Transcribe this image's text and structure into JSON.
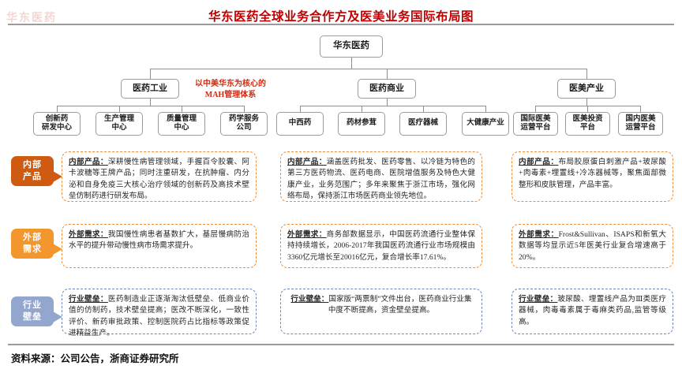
{
  "header": {
    "watermark": "华东医药",
    "title": "华东医药全球业务合作方及医美业务国际布局图"
  },
  "footer": {
    "source": "资料来源：公司公告，浙商证券研究所"
  },
  "tree": {
    "root": "华东医药",
    "branches": [
      {
        "name": "医药工业",
        "note": "以中美华东为核心的\nMAH管理体系",
        "children": [
          "创新药\n研发中心",
          "生产管理\n中心",
          "质量管理\n中心",
          "药学服务\n公司"
        ]
      },
      {
        "name": "医药商业",
        "note": "",
        "children": [
          "中西药",
          "药材参茸",
          "医疗器械",
          "大健康产业"
        ]
      },
      {
        "name": "医美产业",
        "note": "",
        "children": [
          "国际医美\n运营平台",
          "医美投资\n平台",
          "国内医美\n运营平台"
        ]
      }
    ]
  },
  "rows": [
    {
      "tag_line1": "内部",
      "tag_line2": "产品",
      "tag_color": "#cf5a11",
      "cells": [
        {
          "lead": "内部产品：",
          "text": "深耕慢性病管理领域，手握百令胶囊、阿卡波糖等王牌产品；同时注重研发，在抗肿瘤、内分泌和自身免疫三大核心治疗领域的创新药及高技术壁垒仿制药进行研发布局。"
        },
        {
          "lead": "内部产品：",
          "text": "涵盖医药批发、医药零售、以冷链为特色的第三方医药物流、医药电商、医院增值服务及特色大健康产业，业务范围广；多年来聚焦于浙江市场，强化网络布局，保持浙江市场医药商业领先地位。"
        },
        {
          "lead": "内部产品：",
          "text": "布局胶原蛋白刺激产品+玻尿酸+肉毒素+埋置线+冷冻器械等，聚焦面部微整形和皮肤管理，产品丰富。"
        }
      ]
    },
    {
      "tag_line1": "外部",
      "tag_line2": "需求",
      "tag_color": "#f2962d",
      "cells": [
        {
          "lead": "外部需求：",
          "text": "我国慢性病患者基数扩大，基层慢病防治水平的提升带动慢性病市场需求提升。"
        },
        {
          "lead": "外部需求：",
          "text": "商务部数据显示，中国医药流通行业整体保持持续增长，2006-2017年我国医药流通行业市场规模由3360亿元增长至20016亿元，复合增长率17.61%。"
        },
        {
          "lead": "外部需求：",
          "text": "Frost&Sullivan、ISAPS和新氧大数据等均显示近5年医美行业复合增速高于20%。"
        }
      ]
    },
    {
      "tag_line1": "行业",
      "tag_line2": "壁垒",
      "tag_color": "#93a6cd",
      "cells": [
        {
          "lead": "行业壁垒：",
          "text": "医药制造业正逐渐淘汰低壁垒、低商业价值的仿制药，技术壁垒提高；医改不断深化，一致性评价、新药审批政策、控制医院药占比指标等政策促进精益生产。"
        },
        {
          "lead": "行业壁垒：",
          "text": "国家版“两票制”文件出台，医药商业行业集中度不断提高，资金壁垒提高。"
        },
        {
          "lead": "行业壁垒：",
          "text": "玻尿酸、埋置线产品为Ⅲ类医疗器械，肉毒毒素属于毒麻类药品,监管等级高。"
        }
      ]
    }
  ],
  "colors": {
    "title": "#c00000",
    "node_border": "#9b9b9b",
    "dashed_orange": "#ef8c3a",
    "dashed_blue": "#6f86bd",
    "note_red": "#d42a12"
  }
}
